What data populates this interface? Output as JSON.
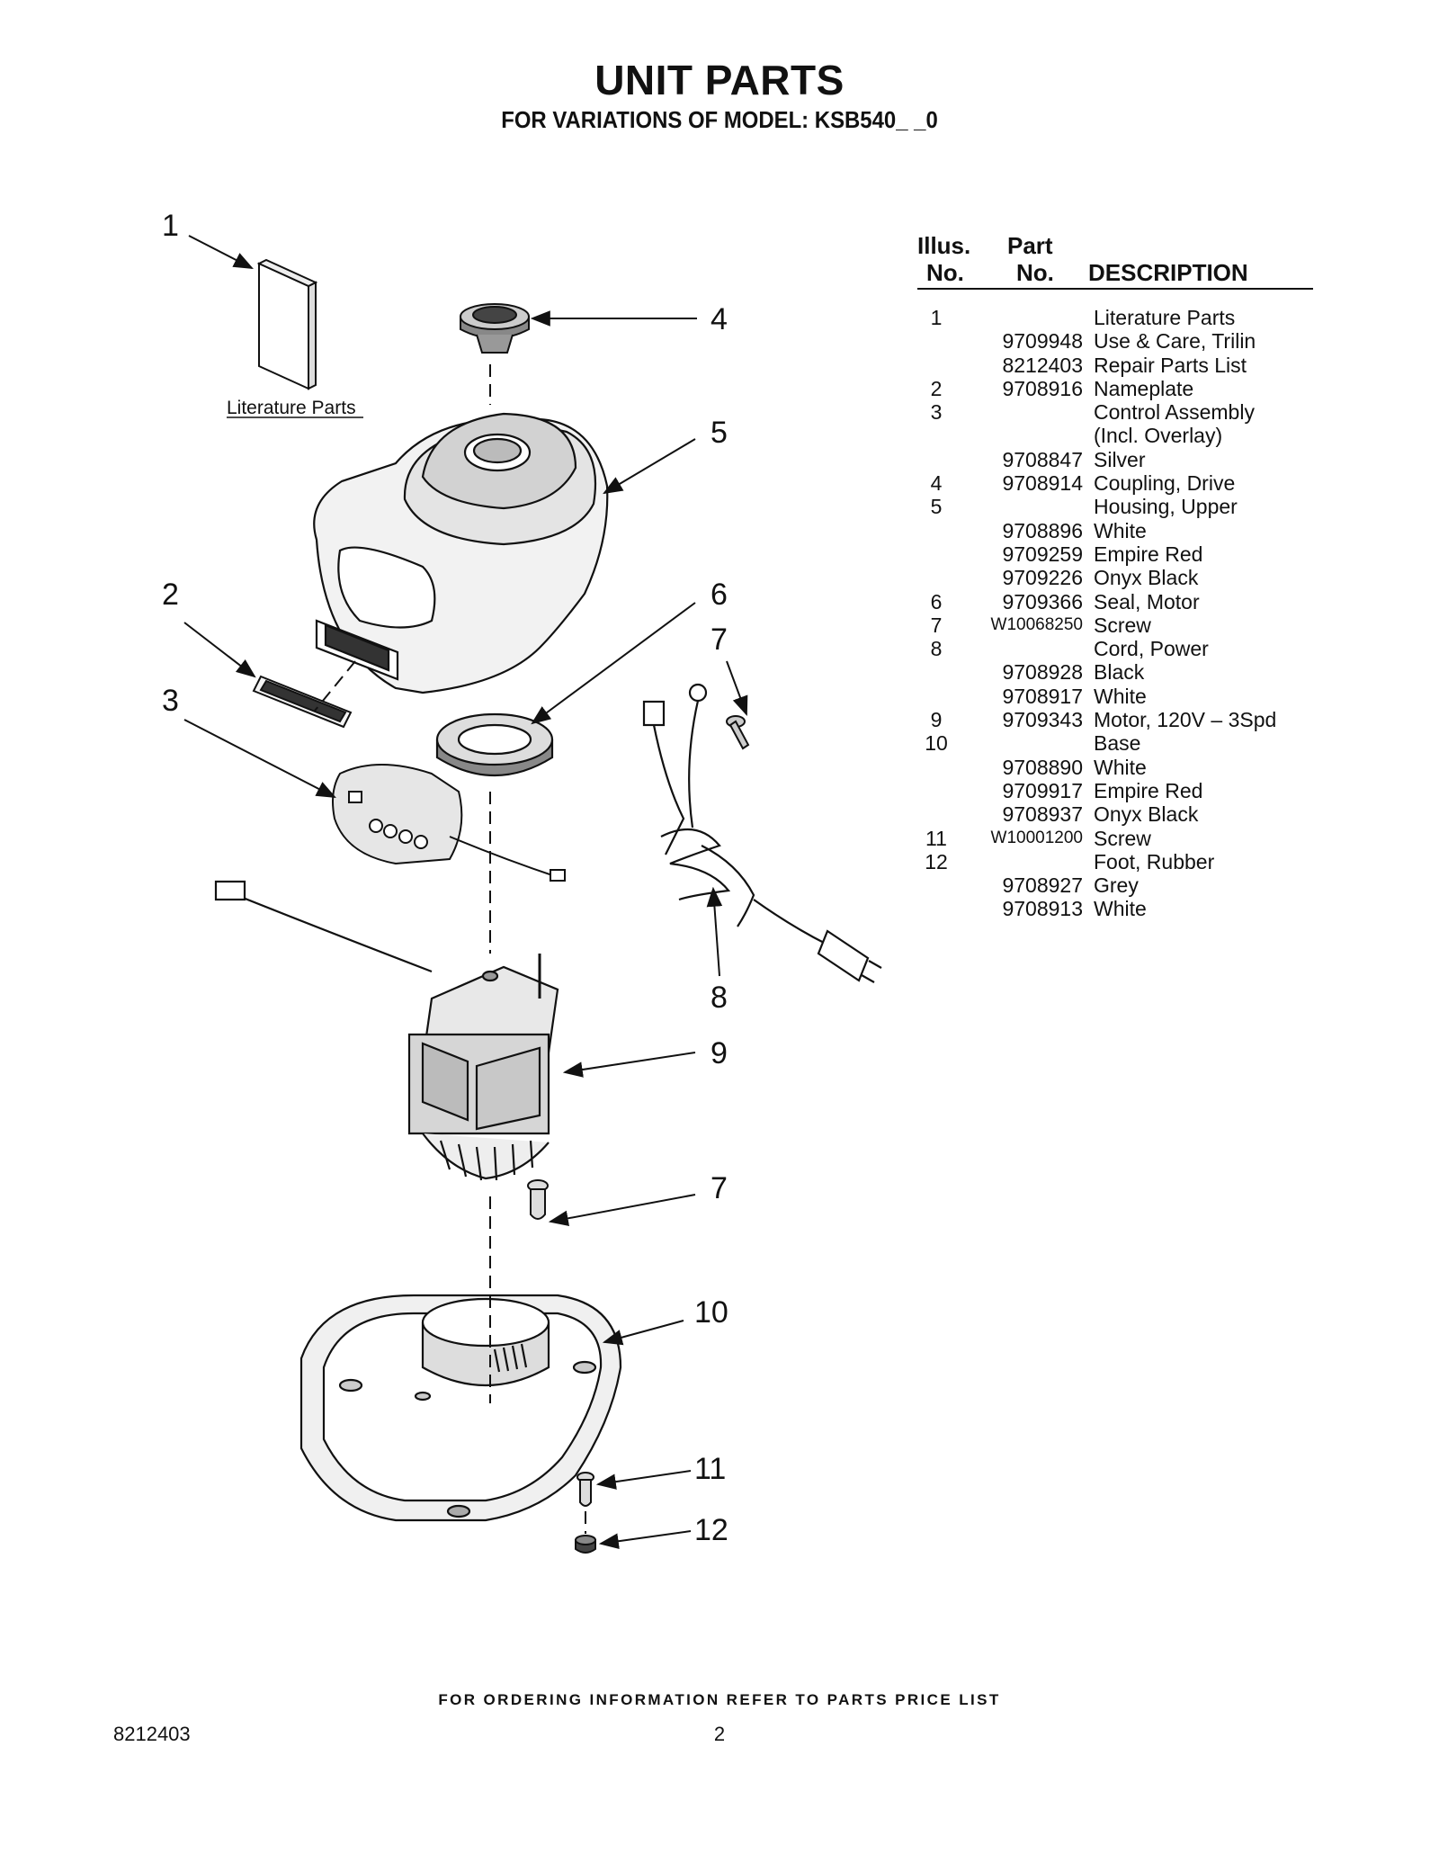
{
  "header": {
    "title": "UNIT PARTS",
    "subtitle": "FOR VARIATIONS OF MODEL: KSB540_ _0"
  },
  "diagram": {
    "literature_label": "Literature Parts",
    "callouts": [
      "1",
      "4",
      "5",
      "2",
      "6",
      "7",
      "3",
      "8",
      "9",
      "7",
      "10",
      "11",
      "12"
    ]
  },
  "parts_table": {
    "headers": {
      "illus_line1": "Illus.",
      "illus_line2": "No.",
      "part_line1": "Part",
      "part_line2": "No.",
      "description": "DESCRIPTION"
    },
    "rows": [
      {
        "illus": "1",
        "part": "",
        "desc": "Literature Parts"
      },
      {
        "illus": "",
        "part": "9709948",
        "desc": "Use & Care, Trilin"
      },
      {
        "illus": "",
        "part": "8212403",
        "desc": "Repair Parts List"
      },
      {
        "illus": "2",
        "part": "9708916",
        "desc": "Nameplate"
      },
      {
        "illus": "3",
        "part": "",
        "desc": "Control Assembly"
      },
      {
        "illus": "",
        "part": "",
        "desc": "(Incl. Overlay)"
      },
      {
        "illus": "",
        "part": "9708847",
        "desc": "Silver"
      },
      {
        "illus": "4",
        "part": "9708914",
        "desc": "Coupling, Drive"
      },
      {
        "illus": "5",
        "part": "",
        "desc": "Housing, Upper"
      },
      {
        "illus": "",
        "part": "9708896",
        "desc": "White"
      },
      {
        "illus": "",
        "part": "9709259",
        "desc": "Empire Red"
      },
      {
        "illus": "",
        "part": "9709226",
        "desc": "Onyx Black"
      },
      {
        "illus": "6",
        "part": "9709366",
        "desc": "Seal, Motor"
      },
      {
        "illus": "7",
        "part": "W10068250",
        "desc": "Screw"
      },
      {
        "illus": "8",
        "part": "",
        "desc": "Cord, Power"
      },
      {
        "illus": "",
        "part": "9708928",
        "desc": "Black"
      },
      {
        "illus": "",
        "part": "9708917",
        "desc": "White"
      },
      {
        "illus": "9",
        "part": "9709343",
        "desc": "Motor, 120V – 3Spd"
      },
      {
        "illus": "10",
        "part": "",
        "desc": "Base"
      },
      {
        "illus": "",
        "part": "9708890",
        "desc": "White"
      },
      {
        "illus": "",
        "part": "9709917",
        "desc": "Empire Red"
      },
      {
        "illus": "",
        "part": "9708937",
        "desc": "Onyx Black"
      },
      {
        "illus": "11",
        "part": "W10001200",
        "desc": "Screw"
      },
      {
        "illus": "12",
        "part": "",
        "desc": "Foot, Rubber"
      },
      {
        "illus": "",
        "part": "9708927",
        "desc": "Grey"
      },
      {
        "illus": "",
        "part": "9708913",
        "desc": "White"
      }
    ]
  },
  "footer": {
    "note": "FOR ORDERING INFORMATION REFER TO PARTS PRICE LIST",
    "doc_number": "8212403",
    "page_number": "2"
  }
}
